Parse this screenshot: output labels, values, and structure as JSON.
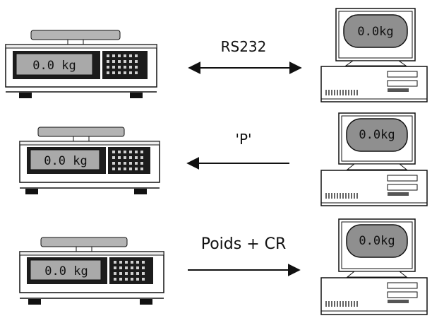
{
  "rows": [
    {
      "scale_display": "0.0 kg",
      "monitor_display": "0.0kg",
      "label": "RS232",
      "arrow": "both"
    },
    {
      "scale_display": "0.0 kg",
      "monitor_display": "0.0kg",
      "label": "'P'",
      "arrow": "left"
    },
    {
      "scale_display": "0.0 kg",
      "monitor_display": "0.0kg",
      "label": "Poids + CR",
      "arrow": "right"
    }
  ],
  "colors": {
    "line": "#111111",
    "lcd_gray": "#a9a9a9",
    "pan_gray": "#b4b4b4",
    "screen_gray": "#8f8f8f"
  }
}
